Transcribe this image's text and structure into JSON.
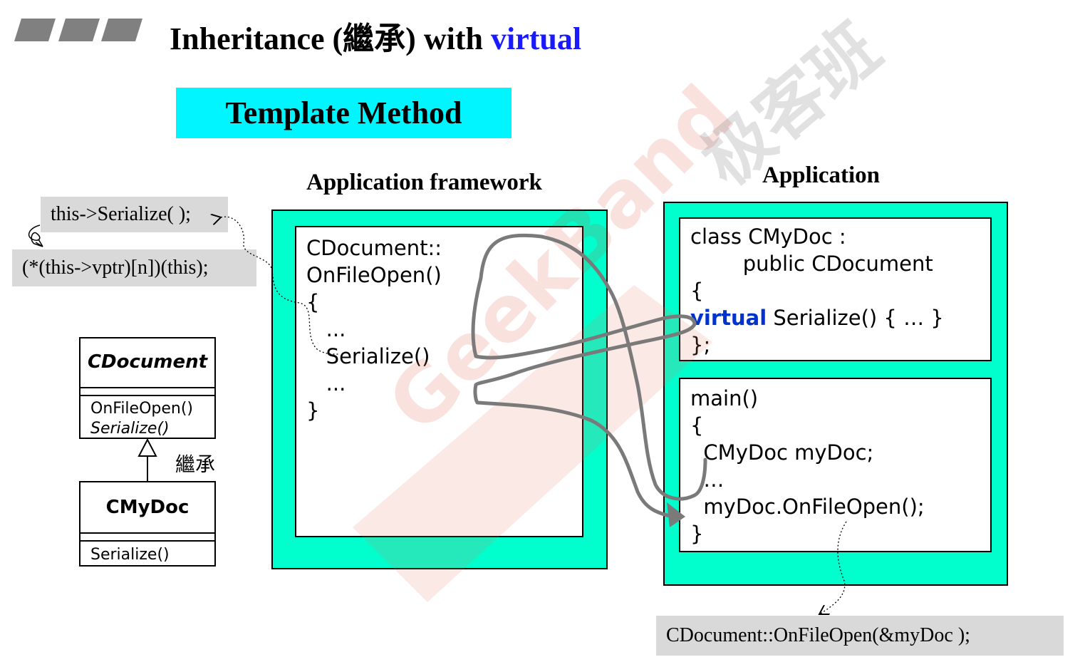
{
  "title": {
    "prefix": "Inheritance (繼承) with ",
    "keyword": "virtual"
  },
  "pattern_label": "Template Method",
  "framework": {
    "heading": "Application framework",
    "code_lines": [
      "CDocument::",
      "OnFileOpen()",
      "{",
      "   ...",
      "   Serialize()",
      "   ...",
      "}"
    ]
  },
  "application": {
    "heading": "Application",
    "class_box": {
      "line1": "class CMyDoc :",
      "line2": "        public CDocument",
      "line3": "{",
      "kw": "virtual",
      "line4_rest": " Serialize() { … }",
      "line5": "};"
    },
    "main_box": {
      "lines": [
        "main()",
        "{",
        "  CMyDoc myDoc;",
        "  …",
        "  myDoc.OnFileOpen();",
        "}"
      ]
    }
  },
  "notes": {
    "call": "this->Serialize( );",
    "vptr": "(*(this->vptr)[n])(this);",
    "expanded": "CDocument::OnFileOpen(&myDoc );"
  },
  "uml": {
    "base_name": "CDocument",
    "base_ops": [
      "OnFileOpen()",
      "Serialize()"
    ],
    "inherit_label": "繼承",
    "derived_name": "CMyDoc",
    "derived_ops": [
      "Serialize()"
    ]
  },
  "watermark": {
    "latin": "GeekBand",
    "cjk": "极客班"
  },
  "colors": {
    "panel": "#00ffcc",
    "pattern_box": "#00f5ff",
    "keyword": "#1a1aff",
    "note_bg": "#d9d9d9"
  }
}
